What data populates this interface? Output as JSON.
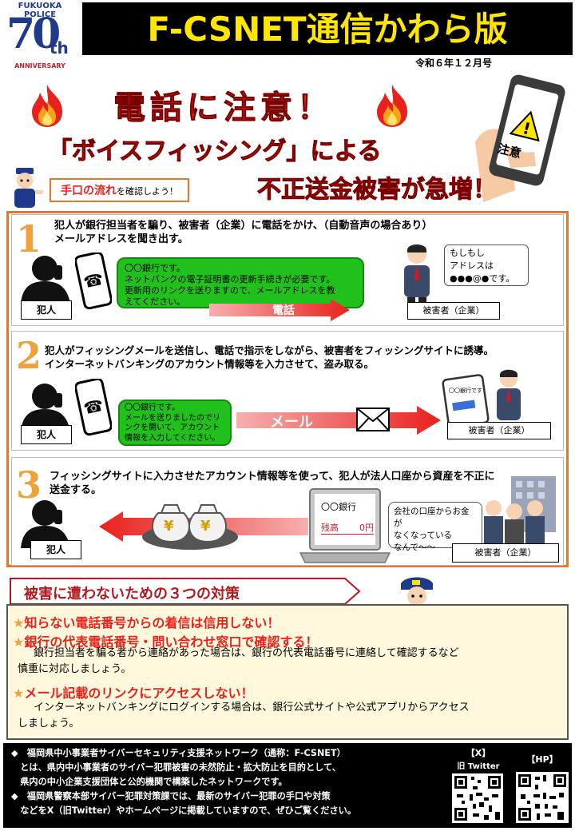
{
  "header": {
    "logo_top": "FUKUOKA POLICE",
    "logo_number": "70",
    "logo_suffix": "th",
    "logo_bottom": "ANNIVERSARY",
    "title": "F-CSNET通信かわら版",
    "issue": "令和６年１２月号"
  },
  "hero": {
    "headline": "電話に注意！",
    "subhead_1": "「ボイスフィッシング」による",
    "subhead_2": "不正送金被害が急増！",
    "sign_text": "注意",
    "flow_label_strong": "手口の流れ",
    "flow_label_rest": "を確認しよう！"
  },
  "steps": [
    {
      "number": "1",
      "text_1": "犯人が銀行担当者を騙り、被害者（企業）に電話をかけ、（自動音声の場合あり）",
      "text_2": "メールアドレスを聞き出す。",
      "bubble_1": "〇〇銀行です。",
      "bubble_2": "ネットバンクの電子証明書の更新手続きが必要です。",
      "bubble_3": "更新用のリンクを送りますので、メールアドレスを教",
      "bubble_4": "えてください。",
      "arrow_label": "電話",
      "criminal_label": "犯人",
      "victim_label": "被害者（企業）",
      "victim_bubble_1": "もしもし",
      "victim_bubble_2": "アドレスは",
      "victim_bubble_3": "●●●@●です。"
    },
    {
      "number": "2",
      "text_1": "犯人がフィッシングメールを送信し、電話で指示をしながら、被害者をフィッシングサイトに誘導。",
      "text_2": "インターネットバンキングのアカウント情報等を入力させて、盗み取る。",
      "bubble_1": "〇〇銀行です。",
      "bubble_2": "メールを送りましたのでリ",
      "bubble_3": "ンクを開いて、アカウント",
      "bubble_4": "情報を入力してください。",
      "arrow_label": "メール",
      "criminal_label": "犯人",
      "victim_label": "被害者（企業）",
      "phone_screen": "〇〇銀行です"
    },
    {
      "number": "3",
      "text_1": "フィッシングサイトに入力させたアカウント情報等を使って、犯人が法人口座から資産を不正に",
      "text_2": "送金する。",
      "criminal_label": "犯人",
      "victim_label": "被害者（企業）",
      "bank_name": "〇〇銀行",
      "balance_label": "残高",
      "balance_value": "0円",
      "victim_bubble_1": "会社の口座からお金が",
      "victim_bubble_2": "なくなっている",
      "victim_bubble_3": "なんで～～",
      "money_symbol": "¥"
    }
  ],
  "measures": {
    "title": "被害に遭わないための３つの対策",
    "items": [
      {
        "head": "知らない電話番号からの着信は信用しない！"
      },
      {
        "head": "銀行の代表電話番号・問い合わせ窓口で確認する！",
        "body_1": "銀行担当者を騙る者から連絡があった場合は、銀行の代表電話番号に連絡して確認するなど",
        "body_2": "慎重に対応しましょう。"
      },
      {
        "head": "メール記載のリンクにアクセスしない！",
        "body_1": "インターネットバンキングにログインする場合は、銀行公式サイトや公式アプリからアクセス",
        "body_2": "しましょう。"
      }
    ],
    "star": "★"
  },
  "footer": {
    "line_1": "◆　福岡県中小事業者サイバーセキュリティ支援ネットワーク（通称：F-CSNET）",
    "line_2": "　とは、県内中小事業者のサイバー犯罪被害の未然防止・拡大防止を目的として、",
    "line_3": "　県内の中小企業支援団体と公的機関で構築したネットワークです。",
    "line_4": "◆　福岡県警察本部サイバー犯罪対策課では、最新のサイバー犯罪の手口や対策",
    "line_5": "　などをX（旧Twitter）やホームページに掲載していますので、ぜひご覧ください。",
    "qr_x_label_1": "【X】",
    "qr_x_label_2": "旧 Twitter",
    "qr_hp_label": "【HP】"
  },
  "colors": {
    "accent_red": "#e8211c",
    "title_yellow": "#ffe600",
    "step_orange": "#f0a13a",
    "bubble_green": "#22c01d",
    "measures_bg": "#fff8dc"
  }
}
